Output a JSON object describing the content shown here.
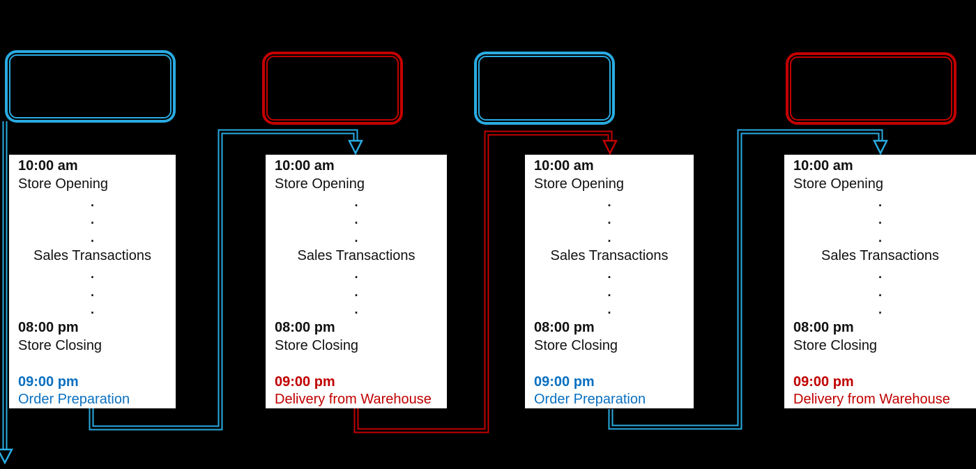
{
  "diagram": {
    "background": "#000000",
    "colors": {
      "cyan_accent": "#29ABE2",
      "red_accent": "#C40000",
      "blue_text": "#0A70C0",
      "red_text": "#C00000",
      "card_background": "#FFFFFF",
      "card_text": "#111111"
    },
    "dot": ".",
    "day_boxes": [
      {
        "id": "day-box-1",
        "accent": "cyan",
        "label": ""
      },
      {
        "id": "day-box-2",
        "accent": "red",
        "label": ""
      },
      {
        "id": "day-box-3",
        "accent": "cyan",
        "label": ""
      },
      {
        "id": "day-box-4",
        "accent": "red",
        "label": ""
      }
    ],
    "cards": [
      {
        "open_time": "10:00 am",
        "open_label": "Store Opening",
        "mid_label": "Sales Transactions",
        "close_time": "08:00 pm",
        "close_label": "Store Closing",
        "evening_time": "09:00 pm",
        "evening_label": "Order Preparation",
        "accent": "blue"
      },
      {
        "open_time": "10:00 am",
        "open_label": "Store Opening",
        "mid_label": "Sales Transactions",
        "close_time": "08:00 pm",
        "close_label": "Store Closing",
        "evening_time": "09:00 pm",
        "evening_label": "Delivery from Warehouse",
        "accent": "red"
      },
      {
        "open_time": "10:00 am",
        "open_label": "Store Opening",
        "mid_label": "Sales Transactions",
        "close_time": "08:00 pm",
        "close_label": "Store Closing",
        "evening_time": "09:00 pm",
        "evening_label": "Order Preparation",
        "accent": "blue"
      },
      {
        "open_time": "10:00 am",
        "open_label": "Store Opening",
        "mid_label": "Sales Transactions",
        "close_time": "08:00 pm",
        "close_label": "Store Closing",
        "evening_time": "09:00 pm",
        "evening_label": "Delivery from Warehouse",
        "accent": "red"
      }
    ],
    "connectors": [
      {
        "from": "day-box-1",
        "to": "off-canvas-bottom",
        "color": "cyan"
      },
      {
        "from": "card-1",
        "to": "card-2",
        "color": "cyan"
      },
      {
        "from": "card-2",
        "to": "card-3",
        "color": "red"
      },
      {
        "from": "card-3",
        "to": "card-4",
        "color": "cyan"
      }
    ]
  }
}
